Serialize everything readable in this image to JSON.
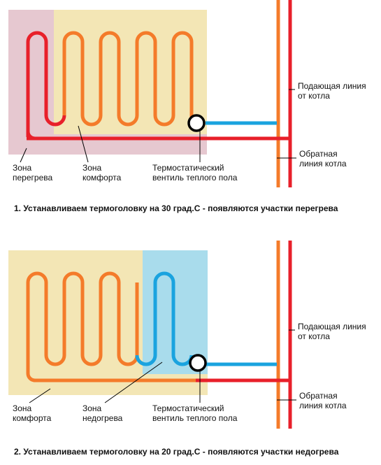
{
  "colors": {
    "supply": "#e8202a",
    "return": "#f47b2a",
    "cold": "#1aa3df",
    "comfort_zone": "#f3e6b5",
    "overheat_zone": "#e6c8d0",
    "underheat_zone": "#a9dcec"
  },
  "diagram1": {
    "zone_left": "Зона\nперегрева",
    "zone_right": "Зона\nкомфорта",
    "valve": "Термостатический\nвентиль теплого пола",
    "supply": "Подающая линия\nот котла",
    "return": "Обратная\nлиния котла",
    "caption": "1. Устанавливаем термоголовку на 30 град.С - появляются участки перегрева"
  },
  "diagram2": {
    "zone_left": "Зона\nкомфорта",
    "zone_right": "Зона\nнедогрева",
    "valve": "Термостатический\nвентиль теплого пола",
    "supply": "Подающая линия\nот котла",
    "return": "Обратная\nлиния котла",
    "caption": "2. Устанавливаем термоголовку на 20 град.С - появляются участки недогрева"
  }
}
